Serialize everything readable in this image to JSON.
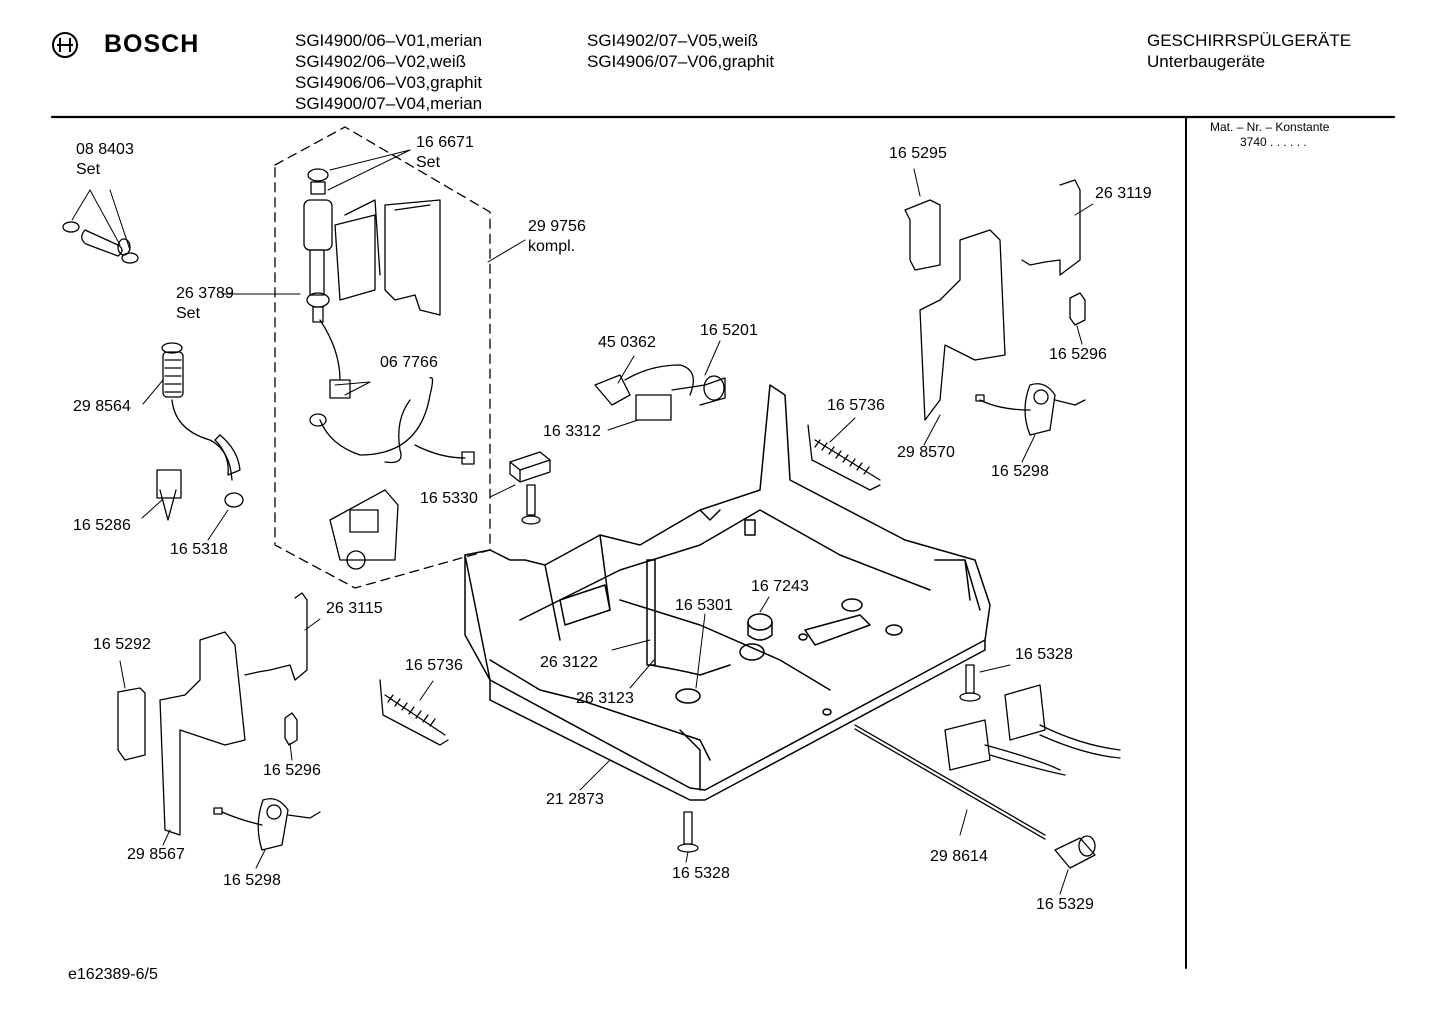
{
  "header": {
    "brand": "BOSCH",
    "models_col1": [
      "SGI4900/06–V01,merian",
      "SGI4902/06–V02,weiß",
      "SGI4906/06–V03,graphit",
      "SGI4900/07–V04,merian"
    ],
    "models_col2": [
      "SGI4902/07–V05,weiß",
      "SGI4906/07–V06,graphit"
    ],
    "category": "GESCHIRRSPÜLGERÄTE",
    "subcategory": "Unterbaugeräte"
  },
  "side_panel": {
    "label": "Mat. – Nr. – Konstante",
    "value": "3740  .  .  .  .  .  ."
  },
  "footer": {
    "code": "e162389-6/5"
  },
  "parts": [
    {
      "number": "08 8403",
      "note": "Set"
    },
    {
      "number": "16 6671",
      "note": "Set"
    },
    {
      "number": "29 9756",
      "note": "kompl."
    },
    {
      "number": "26 3789",
      "note": "Set"
    },
    {
      "number": "06 7766",
      "note": ""
    },
    {
      "number": "29 8564",
      "note": ""
    },
    {
      "number": "16 5286",
      "note": ""
    },
    {
      "number": "16 5318",
      "note": ""
    },
    {
      "number": "16 5330",
      "note": ""
    },
    {
      "number": "45 0362",
      "note": ""
    },
    {
      "number": "16 5201",
      "note": ""
    },
    {
      "number": "16 3312",
      "note": ""
    },
    {
      "number": "16 5736",
      "note": ""
    },
    {
      "number": "16 5295",
      "note": ""
    },
    {
      "number": "26 3119",
      "note": ""
    },
    {
      "number": "16 5296",
      "note": ""
    },
    {
      "number": "29 8570",
      "note": ""
    },
    {
      "number": "16 5298",
      "note": ""
    },
    {
      "number": "16 7243",
      "note": ""
    },
    {
      "number": "16 5301",
      "note": ""
    },
    {
      "number": "26 3122",
      "note": ""
    },
    {
      "number": "26 3123",
      "note": ""
    },
    {
      "number": "26 3115",
      "note": ""
    },
    {
      "number": "16 5292",
      "note": ""
    },
    {
      "number": "16 5736",
      "note": ""
    },
    {
      "number": "16 5296",
      "note": ""
    },
    {
      "number": "29 8567",
      "note": ""
    },
    {
      "number": "16 5298",
      "note": ""
    },
    {
      "number": "21 2873",
      "note": ""
    },
    {
      "number": "16 5328",
      "note": ""
    },
    {
      "number": "16 5328",
      "note": ""
    },
    {
      "number": "29 8614",
      "note": ""
    },
    {
      "number": "16 5329",
      "note": ""
    }
  ]
}
